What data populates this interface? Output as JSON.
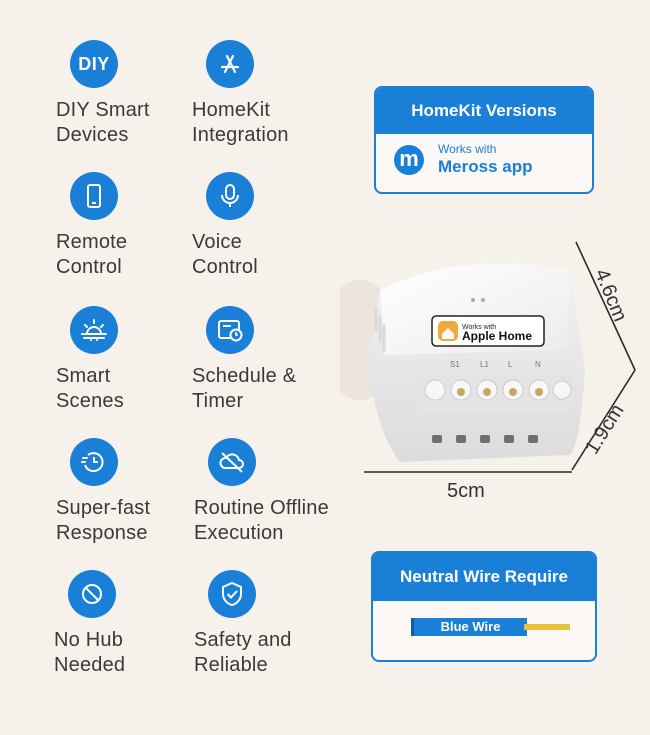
{
  "features": [
    {
      "icon": "diy-icon",
      "icon_text": "DIY",
      "line1": "DIY Smart",
      "line2": "Devices"
    },
    {
      "icon": "app-store-icon",
      "line1": "HomeKit",
      "line2": "Integration"
    },
    {
      "icon": "phone-icon",
      "line1": "Remote",
      "line2": "Control"
    },
    {
      "icon": "microphone-icon",
      "line1": "Voice",
      "line2": "Control"
    },
    {
      "icon": "sunrise-icon",
      "line1": "Smart",
      "line2": "Scenes"
    },
    {
      "icon": "schedule-icon",
      "line1": "Schedule &",
      "line2": "Timer"
    },
    {
      "icon": "fast-clock-icon",
      "line1": "Super-fast",
      "line2": "Response"
    },
    {
      "icon": "cloud-off-icon",
      "line1": "Routine Offline",
      "line2": "Execution"
    },
    {
      "icon": "no-sign-icon",
      "line1": "No Hub",
      "line2": "Needed"
    },
    {
      "icon": "shield-check-icon",
      "line1": "Safety and",
      "line2": "Reliable"
    }
  ],
  "homekit_box": {
    "title": "HomeKit Versions",
    "logo_letter": "m",
    "works_with": "Works with",
    "app_name": "Meross app"
  },
  "device": {
    "badge_small": "Works with",
    "badge_large": "Apple Home",
    "terminals": [
      "S1",
      "L1",
      "L",
      "N"
    ]
  },
  "dimensions": {
    "height": "4.6cm",
    "depth": "1.9cm",
    "width": "5cm"
  },
  "neutral_box": {
    "title": "Neutral Wire Require",
    "wire_label": "Blue Wire"
  },
  "colors": {
    "accent": "#1a7fd6",
    "background": "#f7f1ec",
    "wire_core": "#e8c236"
  }
}
